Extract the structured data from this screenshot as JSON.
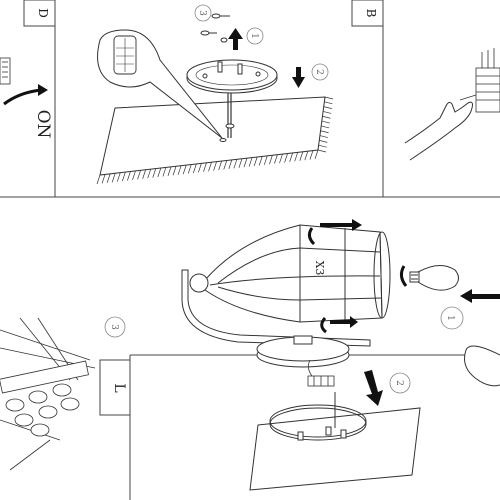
{
  "panels": {
    "d": {
      "letter": "D",
      "rotated_text": "ON"
    },
    "b": {
      "letter": "B",
      "steps": [
        "1",
        "2",
        "3"
      ]
    },
    "l": {
      "letter": "L",
      "steps": [
        "1",
        "2",
        "3"
      ],
      "bulb_count_mark": "X3"
    }
  },
  "icons": [
    "wall-plate-icon",
    "screw-icon",
    "dowel-icon",
    "hand-icon",
    "terminal-block-icon",
    "bulb-icon",
    "lamp-cage-icon",
    "wire-bundle-icon"
  ],
  "colors": {
    "line": "#222222",
    "stroke_light": "#555555",
    "background": "#ffffff"
  }
}
